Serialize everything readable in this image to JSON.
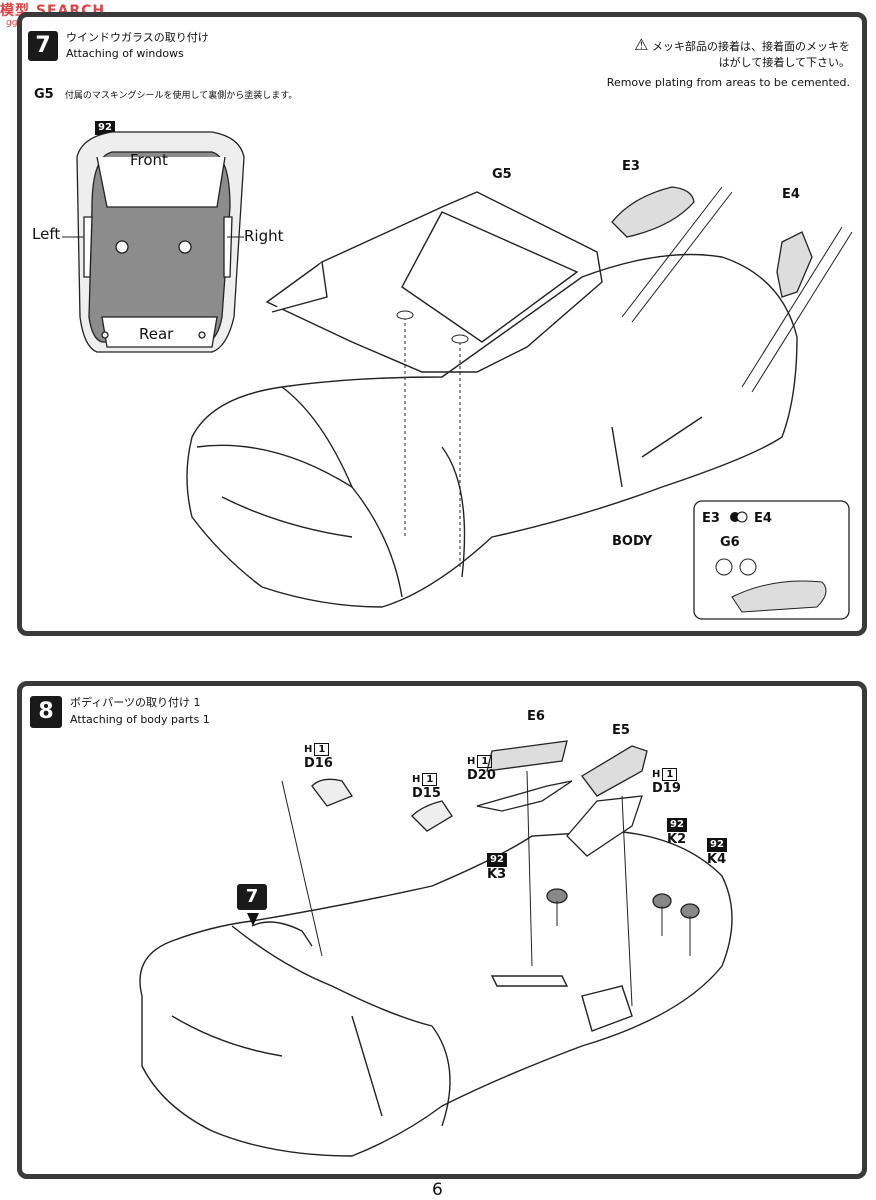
{
  "watermark": {
    "logo": "模型",
    "text": "SEARCH",
    "sub": "ggo.com"
  },
  "step7": {
    "number": "7",
    "title_jp": "ウインドウガラスの取り付け",
    "title_en": "Attaching of windows",
    "note_label": "G5",
    "note_jp": "付属のマスキングシールを使用して裏側から塗装します。",
    "warning_jp_line1": "メッキ部品の接着は、接着面のメッキを",
    "warning_jp_line2": "はがして接着して下さい。",
    "warning_en": "Remove plating from areas to be cemented.",
    "mask_badge": "92",
    "mask_labels": {
      "front": "Front",
      "left": "Left",
      "right": "Right",
      "rear": "Rear"
    },
    "part_labels": {
      "g5": "G5",
      "e3": "E3",
      "e4": "E4",
      "body": "BODY"
    },
    "inset": {
      "e3": "E3",
      "e4": "E4",
      "g6": "G6"
    }
  },
  "step8": {
    "number": "8",
    "title_jp": "ボディパーツの取り付け 1",
    "title_en": "Attaching of body parts 1",
    "ref_step": "7",
    "parts": [
      {
        "h": "H",
        "hnum": "1",
        "id": "D16"
      },
      {
        "h": "H",
        "hnum": "1",
        "id": "D15"
      },
      {
        "h": "H",
        "hnum": "1",
        "id": "D20"
      },
      {
        "h": "H",
        "hnum": "1",
        "id": "D19"
      }
    ],
    "e6": "E6",
    "e5": "E5",
    "k_parts": [
      {
        "badge": "92",
        "id": "K3"
      },
      {
        "badge": "92",
        "id": "K2"
      },
      {
        "badge": "92",
        "id": "K4"
      }
    ]
  },
  "page_number": "6"
}
